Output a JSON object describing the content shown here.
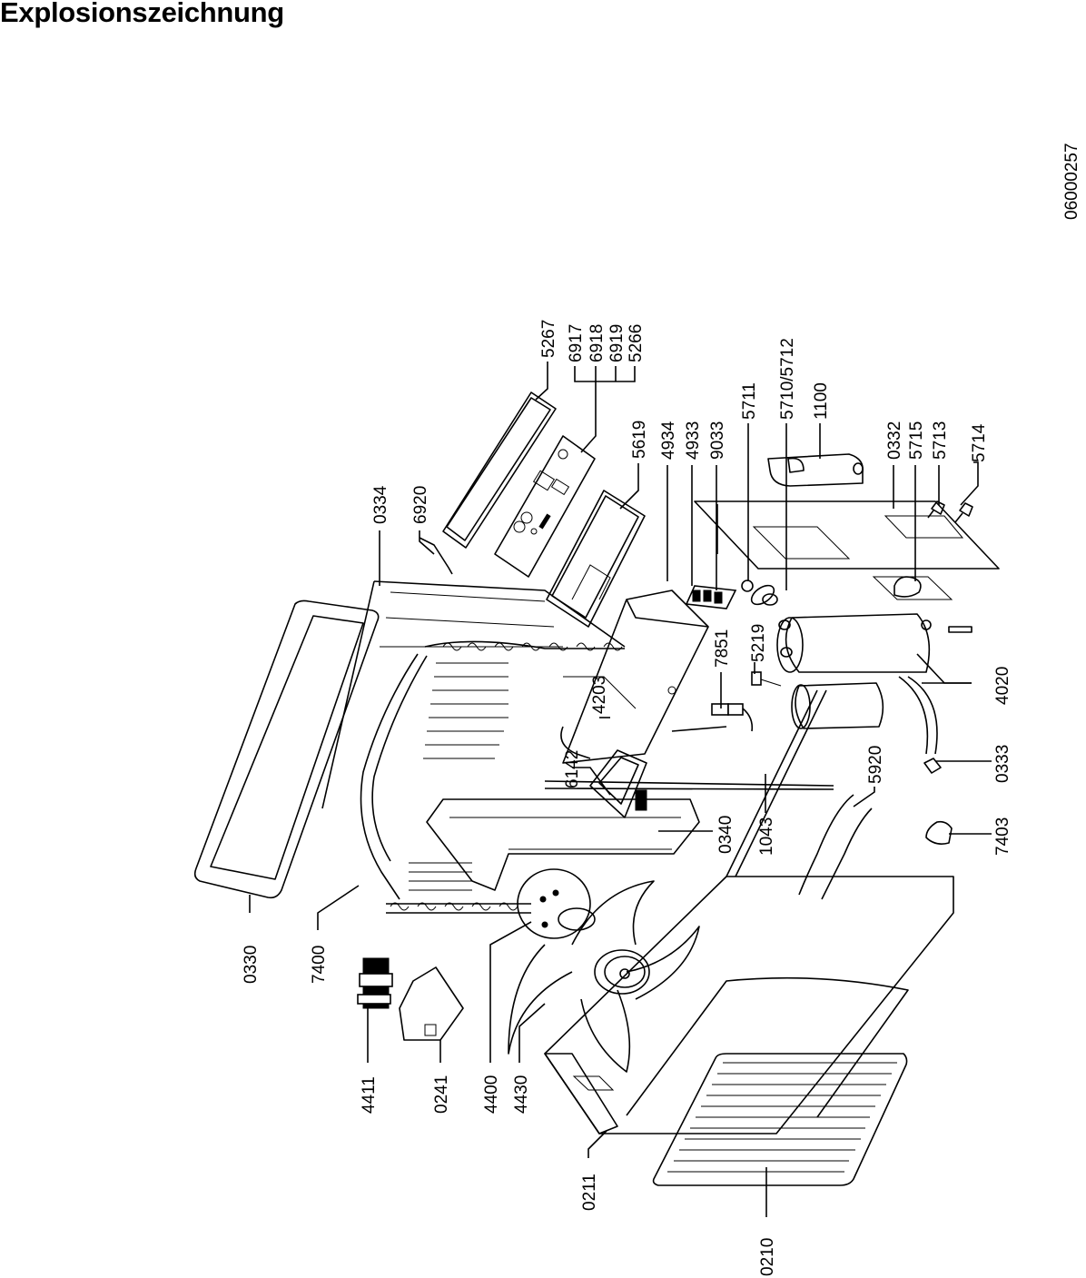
{
  "page": {
    "title": "Explosionszeichnung",
    "document_number": "06000257"
  },
  "parts": [
    {
      "id": "5267",
      "label": "5267"
    },
    {
      "id": "6917",
      "label": "6917"
    },
    {
      "id": "6918",
      "label": "6918"
    },
    {
      "id": "6919",
      "label": "6919"
    },
    {
      "id": "5266",
      "label": "5266"
    },
    {
      "id": "5619",
      "label": "5619"
    },
    {
      "id": "4934",
      "label": "4934"
    },
    {
      "id": "4933",
      "label": "4933"
    },
    {
      "id": "9033",
      "label": "9033"
    },
    {
      "id": "5711",
      "label": "5711"
    },
    {
      "id": "5710-5712",
      "label": "5710/5712"
    },
    {
      "id": "1100",
      "label": "1100"
    },
    {
      "id": "0332",
      "label": "0332"
    },
    {
      "id": "5715",
      "label": "5715"
    },
    {
      "id": "5713",
      "label": "5713"
    },
    {
      "id": "5714",
      "label": "5714"
    },
    {
      "id": "0334",
      "label": "0334"
    },
    {
      "id": "6920",
      "label": "6920"
    },
    {
      "id": "7851",
      "label": "7851"
    },
    {
      "id": "5219",
      "label": "5219"
    },
    {
      "id": "4203",
      "label": "4203"
    },
    {
      "id": "4020",
      "label": "4020"
    },
    {
      "id": "6142",
      "label": "6142"
    },
    {
      "id": "5920",
      "label": "5920"
    },
    {
      "id": "0333",
      "label": "0333"
    },
    {
      "id": "0340",
      "label": "0340"
    },
    {
      "id": "1043",
      "label": "1043"
    },
    {
      "id": "7403",
      "label": "7403"
    },
    {
      "id": "0330",
      "label": "0330"
    },
    {
      "id": "7400",
      "label": "7400"
    },
    {
      "id": "4411",
      "label": "4411"
    },
    {
      "id": "0241",
      "label": "0241"
    },
    {
      "id": "4400",
      "label": "4400"
    },
    {
      "id": "4430",
      "label": "4430"
    },
    {
      "id": "0211",
      "label": "0211"
    },
    {
      "id": "0210",
      "label": "0210"
    }
  ]
}
